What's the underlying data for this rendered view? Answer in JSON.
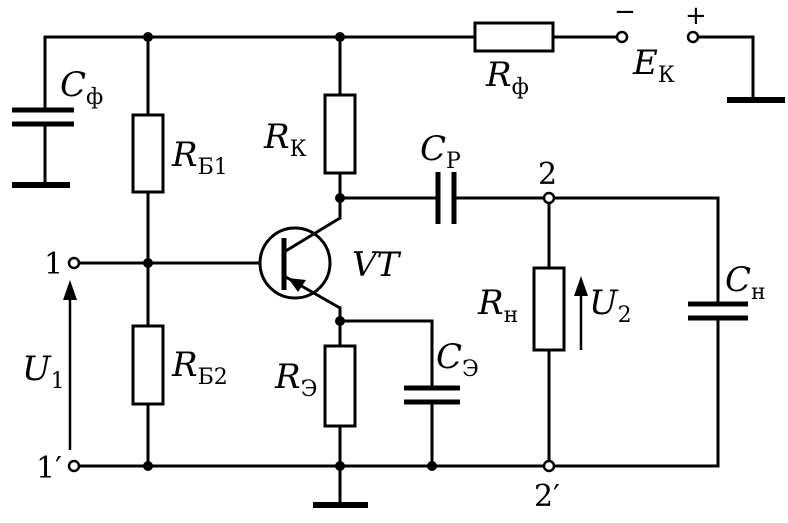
{
  "labels": {
    "cf": {
      "main": "C",
      "sub": "ф"
    },
    "rb1": {
      "main": "R",
      "sub": "Б1"
    },
    "rb2": {
      "main": "R",
      "sub": "Б2"
    },
    "rk": {
      "main": "R",
      "sub": "К"
    },
    "rf": {
      "main": "R",
      "sub": "ф"
    },
    "ek": {
      "main": "E",
      "sub": "К"
    },
    "cr": {
      "main": "C",
      "sub": "Р"
    },
    "ce": {
      "main": "C",
      "sub": "Э"
    },
    "re": {
      "main": "R",
      "sub": "Э"
    },
    "rn": {
      "main": "R",
      "sub": "н"
    },
    "cn": {
      "main": "C",
      "sub": "н"
    },
    "u1": {
      "main": "U",
      "sub": "1"
    },
    "u2": {
      "main": "U",
      "sub": "2"
    },
    "vt": "VT"
  },
  "terminals": {
    "in_top": "1",
    "in_bottom": "1′",
    "out_top": "2",
    "out_bottom": "2′"
  },
  "polarity": {
    "minus": "−",
    "plus": "+"
  }
}
